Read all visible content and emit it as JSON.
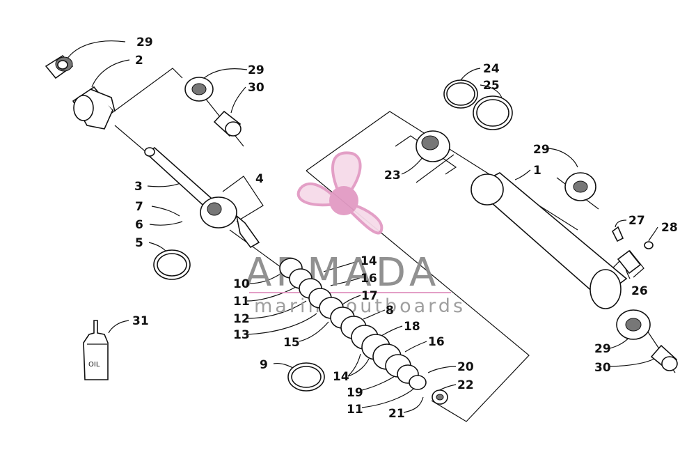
{
  "callouts": [
    "29",
    "2",
    "29",
    "30",
    "3",
    "4",
    "7",
    "6",
    "5",
    "10",
    "14",
    "16",
    "11",
    "17",
    "8",
    "12",
    "18",
    "13",
    "15",
    "16",
    "9",
    "14",
    "20",
    "19",
    "22",
    "11",
    "21",
    "24",
    "25",
    "23",
    "29",
    "1",
    "27",
    "28",
    "26",
    "29",
    "30",
    "31"
  ],
  "oil_label": "OIL",
  "watermark": {
    "title": "ARMADA",
    "subtitle": "marine outboards",
    "logo_color": "#e29ac4",
    "text_color": "#8c8c8c"
  },
  "colors": {
    "line": "#111111",
    "background": "#ffffff"
  }
}
